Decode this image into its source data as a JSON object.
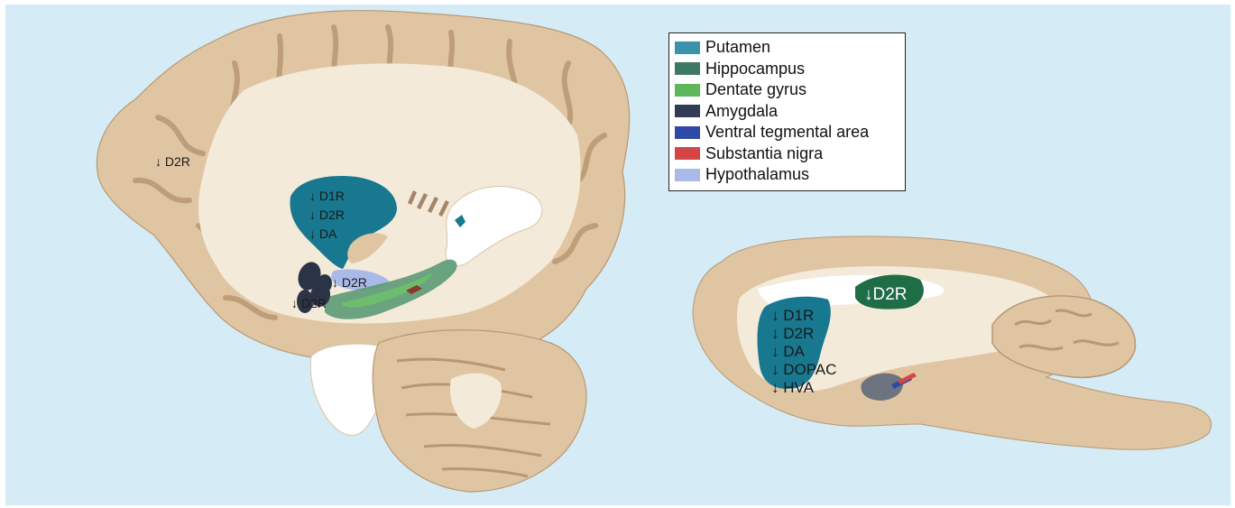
{
  "legend": {
    "items": [
      {
        "label": "Putamen",
        "color": "#3a93ab"
      },
      {
        "label": "Hippocampus",
        "color": "#3e7a63"
      },
      {
        "label": "Dentate gyrus",
        "color": "#5cb85a"
      },
      {
        "label": "Amygdala",
        "color": "#333c55"
      },
      {
        "label": "Ventral tegmental area",
        "color": "#2f4aa6"
      },
      {
        "label": "Substantia nigra",
        "color": "#d64545"
      },
      {
        "label": "Hypothalamus",
        "color": "#a9b9e8"
      }
    ]
  },
  "human_brain": {
    "cortex_label": "↓ D2R",
    "putamen_labels": [
      "↓ D1R",
      "↓ D2R",
      "↓ DA"
    ],
    "hypothalamus_label": "↓ D2R",
    "amygdala_label": "↓ D2R"
  },
  "rodent_brain": {
    "striatum_labels": [
      "↓ D1R",
      "↓ D2R",
      "↓ DA",
      "↓ DOPAC",
      "↓ HVA"
    ],
    "hippocampus_label": "↓D2R"
  },
  "colors": {
    "background": "#d5ecf7",
    "tissue": "#e0c5a2",
    "white_matter": "#f4ead9",
    "ventricle": "#ffffff",
    "putamen": "#17788f",
    "hippocampus": "#1e6d46",
    "grey_midbrain": "#6d7480"
  }
}
